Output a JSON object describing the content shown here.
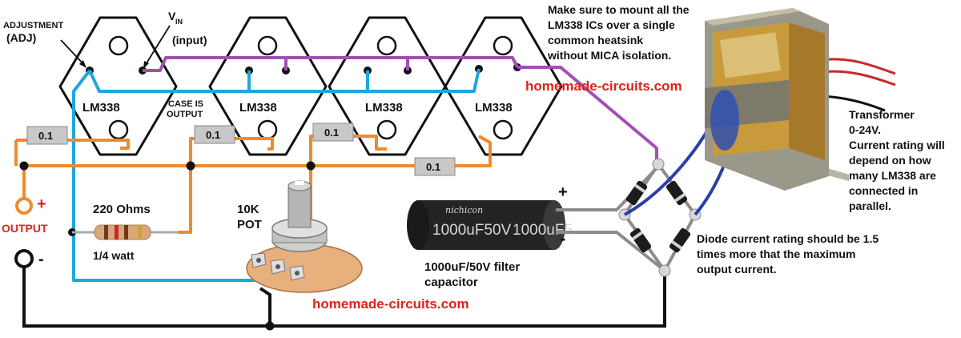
{
  "labels": {
    "adjustment": "ADJUSTMENT",
    "adj": "(ADJ)",
    "vin": "V",
    "vin_sub": "IN",
    "input": "(input)",
    "case_is": "CASE IS",
    "output_small": "OUTPUT",
    "ic_name": "LM338",
    "resistor_value": "0.1",
    "output": "OUTPUT",
    "plus": "+",
    "minus": "-",
    "r220": "220 Ohms",
    "watt": "1/4 watt",
    "pot_line1": "10K",
    "pot_line2": "POT",
    "cap_line1": "1000uF/50V filter",
    "cap_line2": "capacitor",
    "cap_brand": "nichicon",
    "cap_marking": "1000uF50V",
    "cap_marking2": "1000uF5",
    "heatsink_line1": "Make sure to mount all the",
    "heatsink_line2": "LM338 ICs over a single",
    "heatsink_line3": "common heatsink",
    "heatsink_line4": "without MICA isolation.",
    "watermark": "homemade-circuits.com",
    "trans_line1": "Transformer",
    "trans_line2": "0-24V.",
    "trans_line3": "Current rating will",
    "trans_line4": "depend on how",
    "trans_line5": "many LM338 are",
    "trans_line6": "connected in",
    "trans_line7": "parallel.",
    "diode_line1": "Diode current rating should be 1.5",
    "diode_line2": "times more that the maximum",
    "diode_line3": "output current."
  },
  "colors": {
    "wire_orange": "#f08a2c",
    "wire_blue": "#1ea7dc",
    "wire_purple": "#a24fb4",
    "wire_black": "#111111",
    "wire_gray": "#8c8c8c",
    "watermark_red": "#e0221a",
    "output_red": "#d8281e"
  }
}
